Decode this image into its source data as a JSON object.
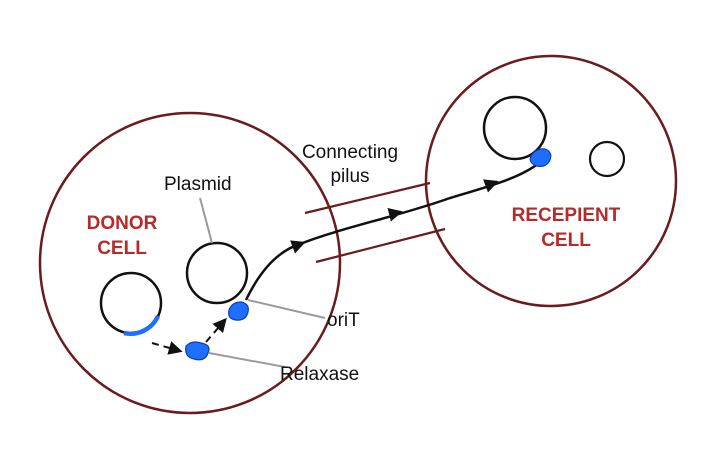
{
  "labels": {
    "donor_line1": "DONOR",
    "donor_line2": "CELL",
    "recipient_line1": "RECEPIENT",
    "recipient_line2": "CELL",
    "pilus_line1": "Connecting",
    "pilus_line2": "pilus",
    "plasmid": "Plasmid",
    "orit": "oriT",
    "relaxase": "Relaxase"
  },
  "colors": {
    "cell_outline": "#6b1b1b",
    "cell_label": "#b52a2a",
    "relaxase": "#1e6fff",
    "relaxase_dark": "#0b3fb8",
    "leader_line": "#9a9a9a",
    "ink": "#111111"
  }
}
